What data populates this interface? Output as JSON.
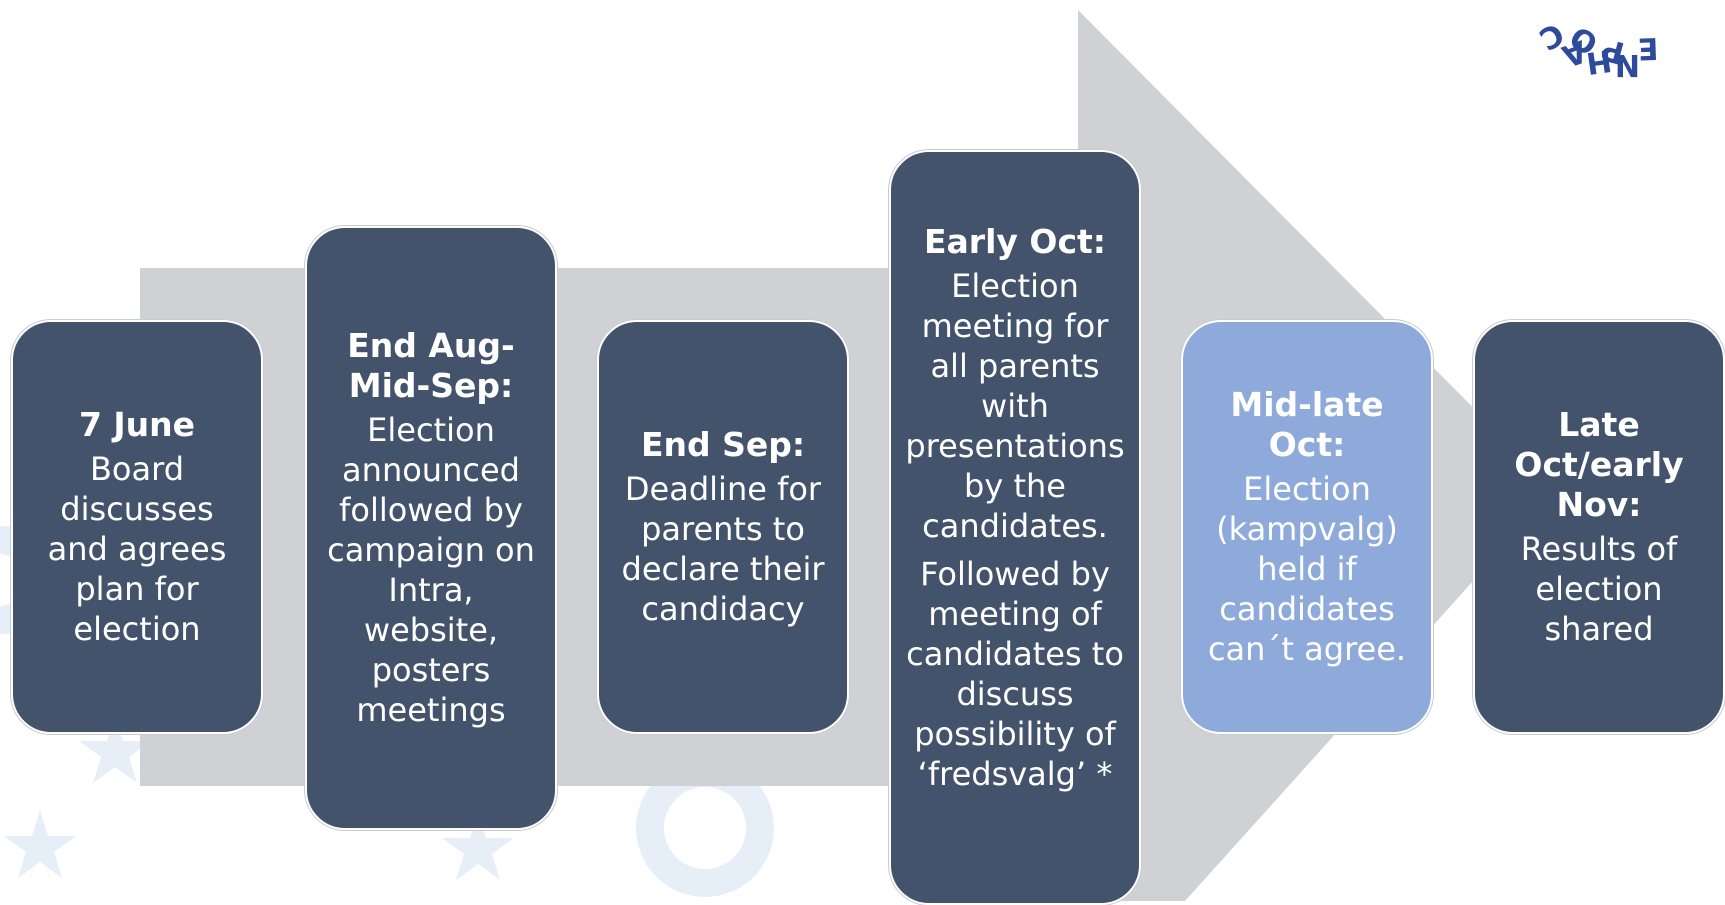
{
  "colors": {
    "card": "#43536b",
    "card_highlight": "#8eaadb",
    "card_border": "#ffffff",
    "arrow": "#d0d1d4",
    "logo": "#2e4a9a",
    "decor": "#e6eef7"
  },
  "logo": {
    "text": "OPENHAC"
  },
  "steps": [
    {
      "title": "7 June",
      "body": "Board\ndiscusses\nand agrees\nplan for\nelection",
      "highlight": false
    },
    {
      "title": "End Aug-\nMid-Sep:",
      "body": "Election\nannounced\nfollowed by\ncampaign on\nIntra,\nwebsite,\nposters\nmeetings",
      "highlight": false
    },
    {
      "title": "End Sep:",
      "body": "Deadline for\nparents to\ndeclare their\ncandidacy",
      "highlight": false
    },
    {
      "title": "Early Oct:",
      "body": "Election\nmeeting for\nall parents\nwith\npresentations\nby the\ncandidates.",
      "body2": "Followed by\nmeeting of\ncandidates to\ndiscuss\npossibility of\n‘fredsvalg’ *",
      "highlight": false
    },
    {
      "title": "Mid-late\nOct:",
      "body": "Election\n(kampvalg)\nheld if\ncandidates\ncan´t agree.",
      "highlight": true
    },
    {
      "title": "Late\nOct/early\nNov:",
      "body": "Results of\nelection\nshared",
      "highlight": false
    }
  ]
}
